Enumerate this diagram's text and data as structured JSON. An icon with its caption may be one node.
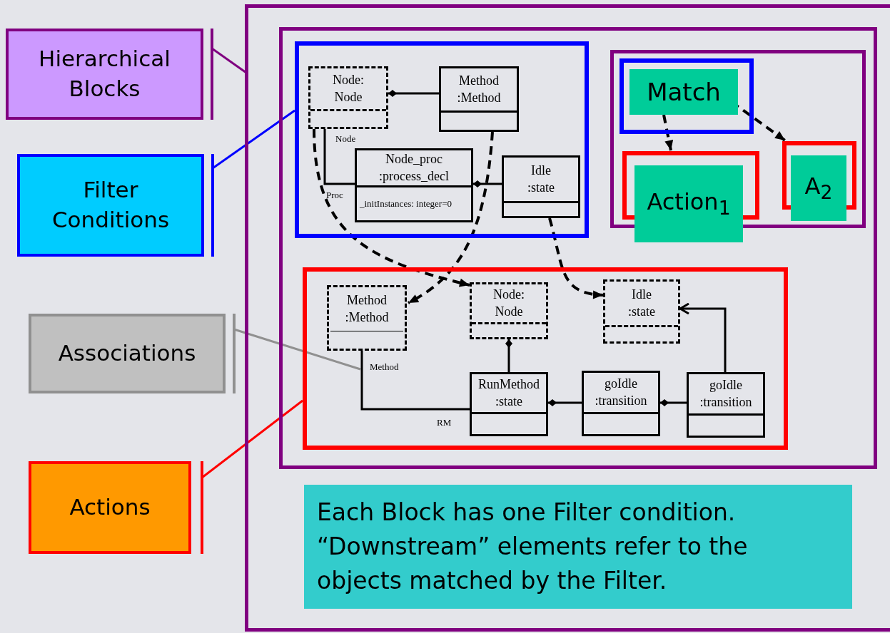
{
  "diagram": {
    "nodes": [
      {
        "text": [
          "Hierarchical Blocks"
        ]
      },
      {
        "text": [
          "Filter Conditions"
        ]
      },
      {
        "text": [
          "Associations"
        ]
      },
      {
        "text": [
          "Actions"
        ]
      },
      {
        "text": [],
        "shape": "box"
      },
      {
        "text": [],
        "shape": "box",
        "in": 4
      },
      {
        "text": [],
        "shape": "box",
        "in": 5
      },
      {
        "text": [
          "Node: Node"
        ],
        "in": 6
      },
      {
        "text": [
          "Method :Method"
        ],
        "in": 6
      },
      {
        "text": [
          "Node_proc :process_decl",
          "_initInstances: integer=0"
        ],
        "in": 6
      },
      {
        "text": [
          "Idle :state"
        ],
        "in": 6
      },
      {
        "text": [],
        "shape": "box",
        "in": 5
      },
      {
        "text": [
          "Method :Method"
        ],
        "in": 11
      },
      {
        "text": [
          "Node: Node"
        ],
        "in": 11
      },
      {
        "text": [
          "Idle :state"
        ],
        "in": 11
      },
      {
        "text": [
          "RunMethod :state"
        ],
        "in": 11
      },
      {
        "text": [
          "goIdle :transition"
        ],
        "in": 11
      },
      {
        "text": [
          "goIdle :transition"
        ],
        "in": 11
      },
      {
        "text": [],
        "shape": "box",
        "in": 5
      },
      {
        "text": [],
        "shape": "box",
        "in": 18
      },
      {
        "text": [
          "Match"
        ],
        "in": 19
      },
      {
        "text": [],
        "shape": "box",
        "in": 18
      },
      {
        "text": [
          "Action$_{1}$"
        ],
        "in": 5
      },
      {
        "text": [],
        "shape": "box",
        "in": 18
      },
      {
        "text": [
          "A$_{2}$"
        ],
        "in": 18
      },
      {
        "text": [
          "Each Block has one Filter condition. “Downstream” elements refer to the objects matched by the Filter."
        ],
        "in": 4
      }
    ],
    "edges": [
      {
        "from": 0,
        "to": 4,
        "arrow": "none",
        "color": "#800080"
      },
      {
        "from": 1,
        "to": 6,
        "arrow": "none",
        "color": "#0000ff"
      },
      {
        "from": 2,
        "to": null,
        "arrow": "none",
        "color": "#909090"
      },
      {
        "from": 3,
        "to": 11,
        "arrow": "none",
        "color": "#ff0000"
      },
      {
        "from": 7,
        "to": 8,
        "arrow": "other"
      },
      {
        "from": 7,
        "to": 9,
        "arrow": "none"
      },
      {
        "from": 9,
        "to": 10,
        "arrow": "other"
      },
      {
        "from": 7,
        "to": 13,
        "arrow": "to",
        "style": "dashed"
      },
      {
        "from": 8,
        "to": 12,
        "arrow": "to",
        "style": "dashed"
      },
      {
        "from": 10,
        "to": 14,
        "arrow": "to",
        "style": "dashed"
      },
      {
        "from": 13,
        "to": 15,
        "arrow": "other"
      },
      {
        "from": 12,
        "to": 15,
        "arrow": "none"
      },
      {
        "from": 15,
        "to": 16,
        "arrow": "other"
      },
      {
        "from": 16,
        "to": 17,
        "arrow": "other"
      },
      {
        "from": 17,
        "to": 14,
        "arrow": "to"
      },
      {
        "from": 20,
        "to": 21,
        "arrow": "to",
        "style": "dashed"
      },
      {
        "from": 20,
        "to": 23,
        "arrow": "to",
        "style": "dashed"
      }
    ],
    "labels": [
      "Node",
      "Proc",
      "Method",
      "RM"
    ]
  }
}
